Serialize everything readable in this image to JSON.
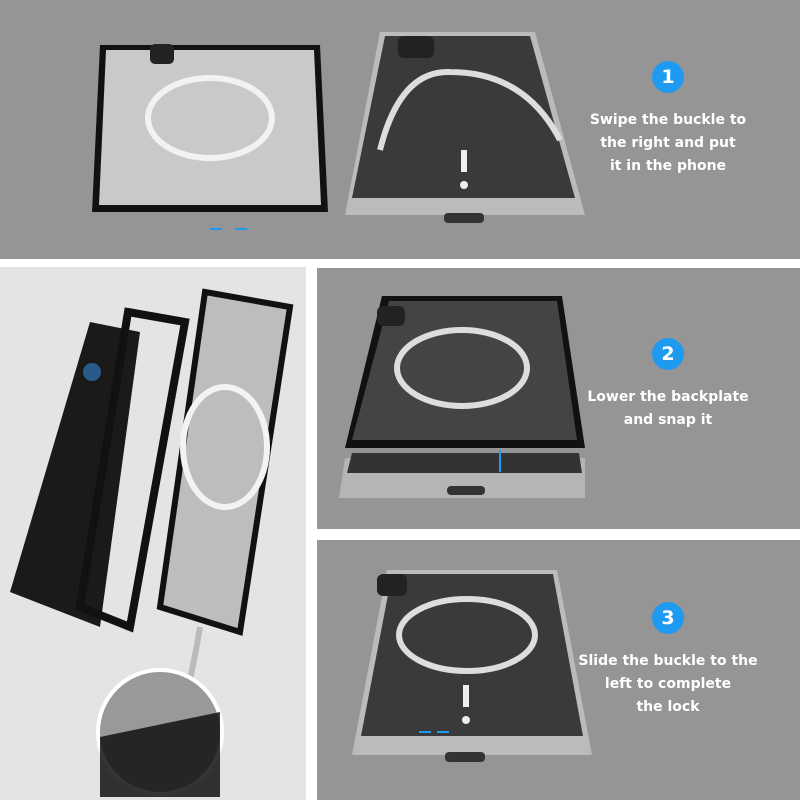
{
  "accent_color": "#1e9bf0",
  "steps": [
    {
      "number": "1",
      "lines": [
        "Swipe the buckle to",
        "the right and put",
        "it in the phone"
      ]
    },
    {
      "number": "2",
      "lines": [
        "Lower the backplate",
        "and snap it"
      ]
    },
    {
      "number": "3",
      "lines": [
        "Slide the buckle to the",
        "left to complete",
        "the lock"
      ]
    }
  ]
}
